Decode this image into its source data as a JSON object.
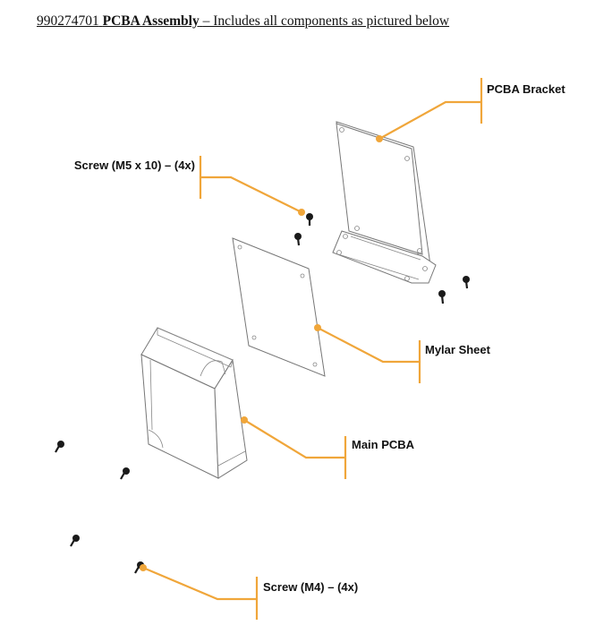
{
  "header": {
    "part_number": "990274701",
    "title_bold": "PCBA Assembly",
    "description": "– Includes all components as pictured below"
  },
  "callouts": {
    "pcba_bracket": "PCBA Bracket",
    "screw_m5": "Screw (M5 x 10) – (4x)",
    "mylar_sheet": "Mylar Sheet",
    "main_pcba": "Main PCBA",
    "screw_m4": "Screw (M4) – (4x)"
  },
  "colors": {
    "leader": "#f0a63a",
    "outline": "#777777",
    "screw": "#1a1a1a"
  }
}
